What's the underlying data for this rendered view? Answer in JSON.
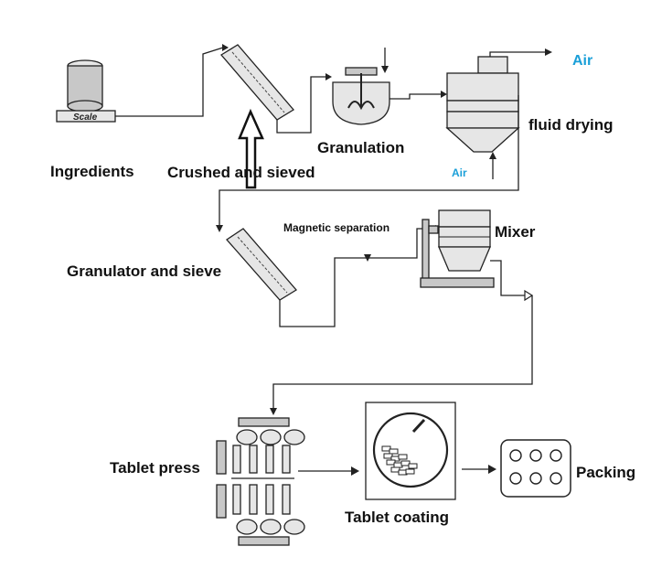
{
  "labels": {
    "ingredients": "Ingredients",
    "scale": "Scale",
    "crushed_sieved": "Crushed and sieved",
    "granulation": "Granulation",
    "air_out": "Air",
    "fluid_drying": "fluid drying",
    "air_in": "Air",
    "magnetic_separation": "Magnetic separation",
    "mixer": "Mixer",
    "granulator_sieve": "Granulator and sieve",
    "tablet_press": "Tablet press",
    "tablet_coating": "Tablet coating",
    "packing": "Packing"
  },
  "colors": {
    "air_label": "#1a9fd8",
    "line": "#222222",
    "equipment_fill": "#e6e6e6"
  }
}
